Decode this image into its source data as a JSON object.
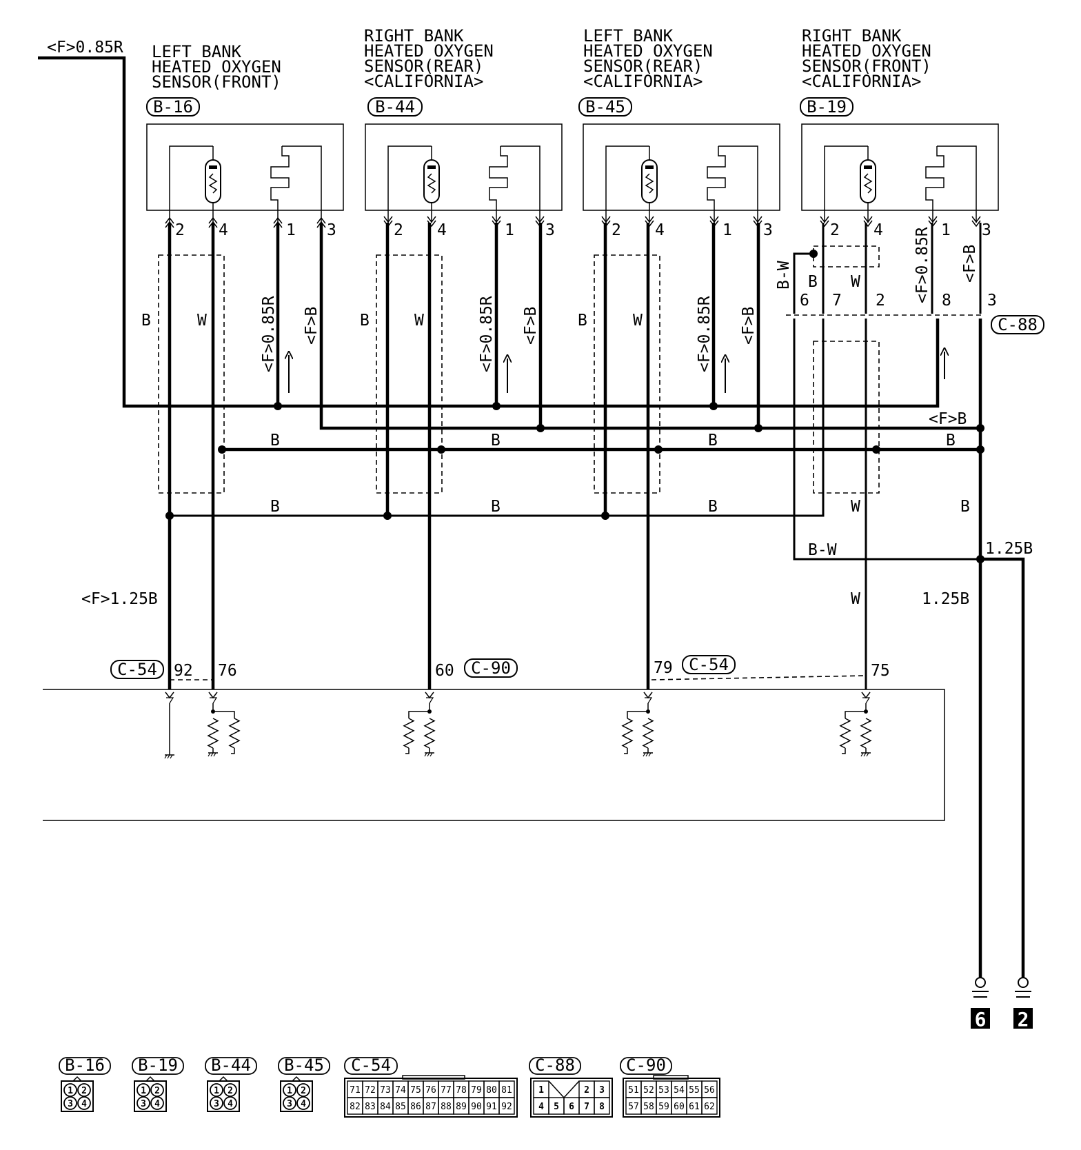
{
  "top_wire_label": "<F>0.85R",
  "sensors": [
    {
      "id": "b16",
      "line1": "LEFT BANK",
      "line2": "HEATED OXYGEN",
      "line3": "SENSOR(FRONT)",
      "line4": "",
      "connector": "B-16",
      "pins": [
        "2",
        "4",
        "1",
        "3"
      ]
    },
    {
      "id": "b44",
      "line1": "RIGHT BANK",
      "line2": "HEATED OXYGEN",
      "line3": "SENSOR(REAR)",
      "line4": "<CALIFORNIA>",
      "connector": "B-44",
      "pins": [
        "2",
        "4",
        "1",
        "3"
      ]
    },
    {
      "id": "b45",
      "line1": "LEFT BANK",
      "line2": "HEATED OXYGEN",
      "line3": "SENSOR(REAR)",
      "line4": "<CALIFORNIA>",
      "connector": "B-45",
      "pins": [
        "2",
        "4",
        "1",
        "3"
      ]
    },
    {
      "id": "b19",
      "line1": "RIGHT BANK",
      "line2": "HEATED OXYGEN",
      "line3": "SENSOR(FRONT)",
      "line4": "<CALIFORNIA>",
      "connector": "B-19",
      "pins": [
        "2",
        "4",
        "1",
        "3"
      ]
    }
  ],
  "wire_labels": {
    "b": "B",
    "w": "W",
    "f_085r": "<F>0.85R",
    "f_b": "<F>B",
    "bw": "B-W",
    "f_125b": "<F>1.25B",
    "w125b": "1.25B"
  },
  "c88": {
    "name": "C-88",
    "pins": [
      "6",
      "7",
      "2",
      "8",
      "3"
    ]
  },
  "ecu_connectors": {
    "c54_left": "C-54",
    "c90": "C-90",
    "c54_right": "C-54"
  },
  "ecu_pins": [
    "92",
    "76",
    "60",
    "79",
    "75"
  ],
  "grounds": [
    "6",
    "2"
  ],
  "connector_views": [
    {
      "name": "B-16",
      "cells": [
        "1",
        "2",
        "3",
        "4"
      ]
    },
    {
      "name": "B-19",
      "cells": [
        "1",
        "2",
        "3",
        "4"
      ]
    },
    {
      "name": "B-44",
      "cells": [
        "1",
        "2",
        "3",
        "4"
      ]
    },
    {
      "name": "B-45",
      "cells": [
        "1",
        "2",
        "3",
        "4"
      ]
    },
    {
      "name": "C-54",
      "row1": [
        "71",
        "72",
        "73",
        "74",
        "75",
        "76",
        "77",
        "78",
        "79",
        "80",
        "81"
      ],
      "row2": [
        "82",
        "83",
        "84",
        "85",
        "86",
        "87",
        "88",
        "89",
        "90",
        "91",
        "92"
      ]
    },
    {
      "name": "C-88",
      "row1": [
        "1",
        "",
        "",
        "2",
        "3"
      ],
      "row2": [
        "4",
        "5",
        "6",
        "7",
        "8"
      ]
    },
    {
      "name": "C-90",
      "row1": [
        "51",
        "52",
        "53",
        "54",
        "55",
        "56"
      ],
      "row2": [
        "57",
        "58",
        "59",
        "60",
        "61",
        "62"
      ]
    }
  ]
}
